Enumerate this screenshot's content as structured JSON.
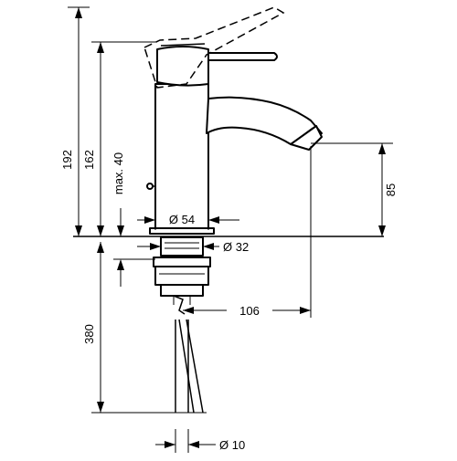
{
  "dimensions": {
    "total_height": "192",
    "spout_height": "162",
    "max_deck_thickness": "max. 40",
    "spout_outlet_height": "85",
    "body_diameter": "Ø 54",
    "thread_diameter": "Ø 32",
    "spout_reach": "106",
    "connection_length": "380",
    "hose_diameter": "Ø 10"
  }
}
